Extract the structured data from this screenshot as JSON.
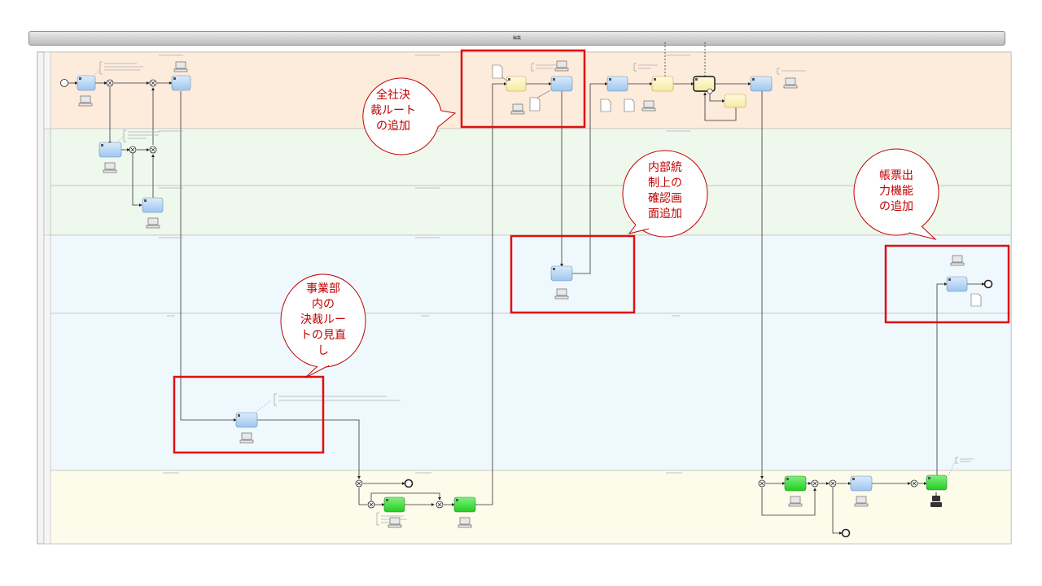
{
  "header": {
    "title": "編集"
  },
  "callouts": {
    "zensha": [
      "全社決",
      "裁ルート",
      "の追加"
    ],
    "naibu": [
      "内部統",
      "制上の",
      "確認画",
      "面追加"
    ],
    "chohyo": [
      "帳票出",
      "力機能",
      "の追加"
    ],
    "jigyobu": [
      "事業部",
      "内の",
      "決裁ルー",
      "トの見直",
      "し"
    ]
  },
  "colors": {
    "callout_red": "#c00000",
    "highlight_red": "#dd1111",
    "lane_orange": "#fdebdc",
    "lane_green": "#eef8ec",
    "lane_blue": "#eef8fd",
    "lane_yellow": "#fdfbea",
    "task_blue": "#b5d6f5",
    "task_yellow": "#fdf7c8",
    "task_green": "#3ee03e"
  },
  "icons": [
    "user-task-icon",
    "computer-icon",
    "document-icon",
    "robot-icon",
    "gateway-x-icon",
    "start-event-icon",
    "end-event-icon"
  ]
}
